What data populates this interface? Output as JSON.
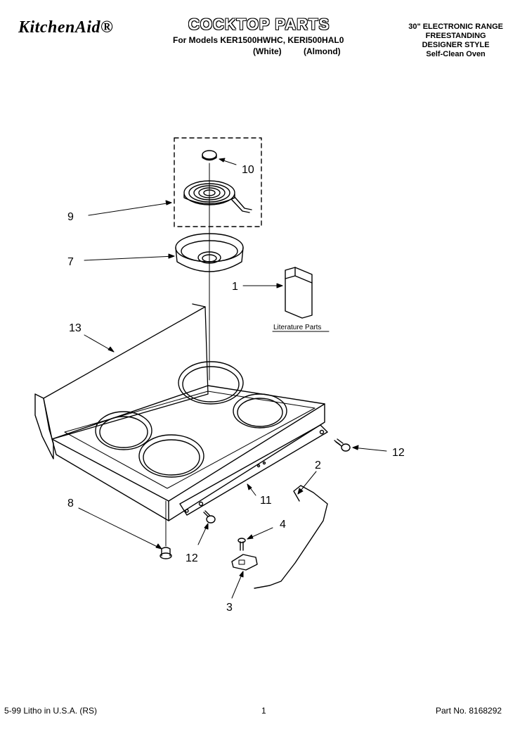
{
  "header": {
    "brand": "KitchenAid®",
    "title": "COCKTOP PARTS",
    "models": "For Models KER1500HWHC, KERI500HAL0",
    "variants": "(White) (Almond)",
    "range_lines": [
      "30\" ELECTRONIC RANGE",
      "FREESTANDING",
      "DESIGNER STYLE",
      "Self-Clean Oven"
    ]
  },
  "callouts": [
    "10",
    "9",
    "7",
    "1",
    "13",
    "12",
    "2",
    "11",
    "8",
    "4",
    "12",
    "3"
  ],
  "literature_label": "Literature Parts",
  "footer": {
    "left": "5-99 Litho in U.S.A. (RS)",
    "center": "1",
    "right": "Part No. 8168292"
  }
}
